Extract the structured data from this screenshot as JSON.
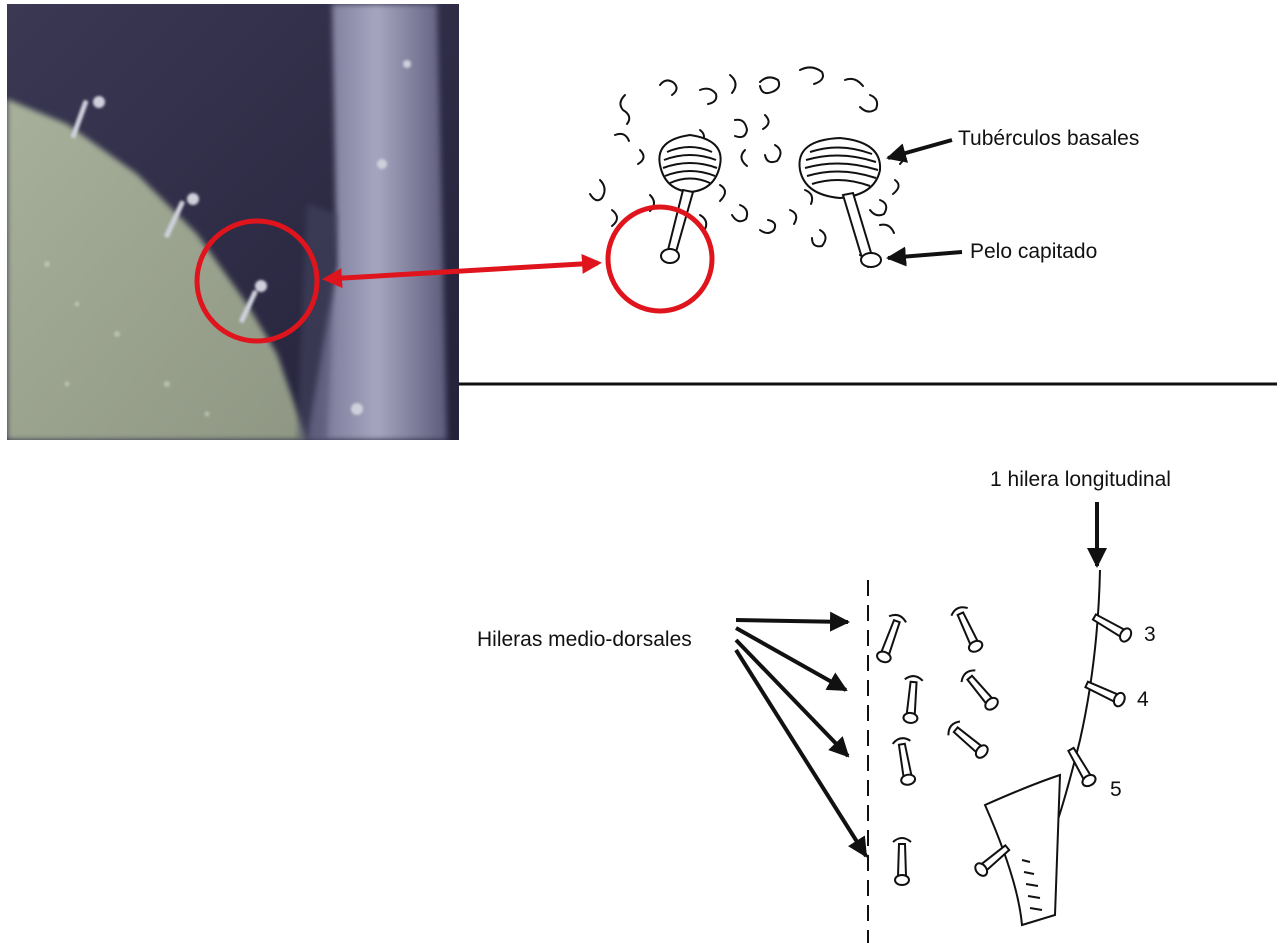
{
  "labels": {
    "tuberculos": "Tubérculos basales",
    "pelo": "Pelo capitado",
    "hilera_long": "1 hilera longitudinal",
    "medio_dorsales": "Hileras medio-dorsales",
    "n3": "3",
    "n4": "4",
    "n5": "5"
  },
  "colors": {
    "highlight": "#e0141c",
    "ink": "#111111",
    "photo_dark": "#2e2c45",
    "photo_green": "#9fa88f",
    "photo_stem": "#8b8ba8"
  }
}
